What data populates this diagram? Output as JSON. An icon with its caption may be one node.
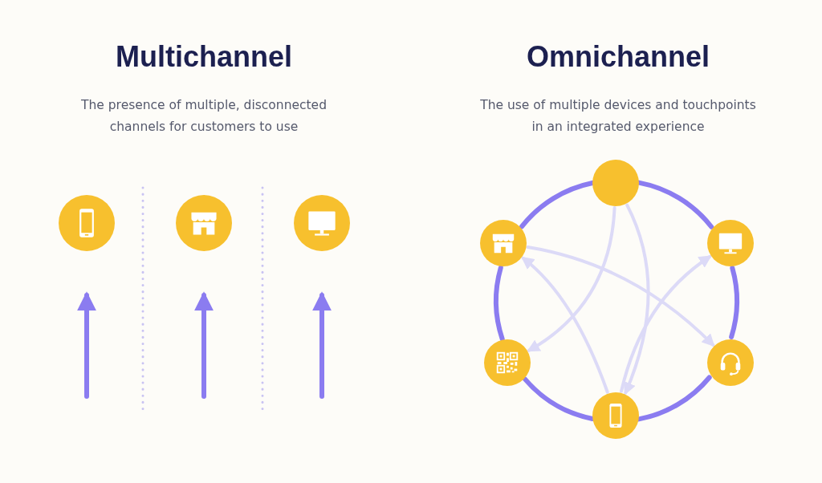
{
  "diagram": {
    "nodes": [
      {
        "text": [],
        "shape": "circle"
      },
      {
        "text": [],
        "shape": "circle"
      },
      {
        "text": [],
        "shape": "circle"
      },
      {
        "text": [],
        "shape": "circle"
      },
      {
        "text": [],
        "shape": "circle"
      },
      {
        "text": [],
        "shape": "circle"
      },
      {
        "text": [],
        "shape": "circle"
      },
      {
        "text": [],
        "shape": "circle"
      },
      {
        "text": [],
        "shape": "circle"
      }
    ],
    "edges": [
      {
        "from": null,
        "to": 0,
        "arrow": "to"
      },
      {
        "from": null,
        "to": 1,
        "arrow": "to"
      },
      {
        "from": null,
        "to": 2,
        "arrow": "to"
      },
      {
        "from": 3,
        "to": 5,
        "arrow": "none"
      },
      {
        "from": 5,
        "to": 7,
        "arrow": "none"
      },
      {
        "from": 7,
        "to": 8,
        "arrow": "none"
      },
      {
        "from": 8,
        "to": 6,
        "arrow": "none"
      },
      {
        "from": 6,
        "to": 4,
        "arrow": "none"
      },
      {
        "from": 4,
        "to": 3,
        "arrow": "none"
      },
      {
        "from": 3,
        "to": 6,
        "arrow": "to",
        "color": "#dcdaf7"
      },
      {
        "from": 3,
        "to": 8,
        "arrow": "to",
        "color": "#dcdaf7"
      },
      {
        "from": 4,
        "to": 7,
        "arrow": "to",
        "color": "#dcdaf7"
      },
      {
        "from": 8,
        "to": 4,
        "arrow": "to",
        "color": "#dcdaf7"
      },
      {
        "from": 8,
        "to": 5,
        "arrow": "to",
        "color": "#dcdaf7"
      }
    ],
    "labels": [
      "Multichannel",
      "The presence of multiple, disconnected channels for customers to use",
      "Omnichannel",
      "The use of multiple devices and touchpoints in an integrated experience"
    ]
  }
}
